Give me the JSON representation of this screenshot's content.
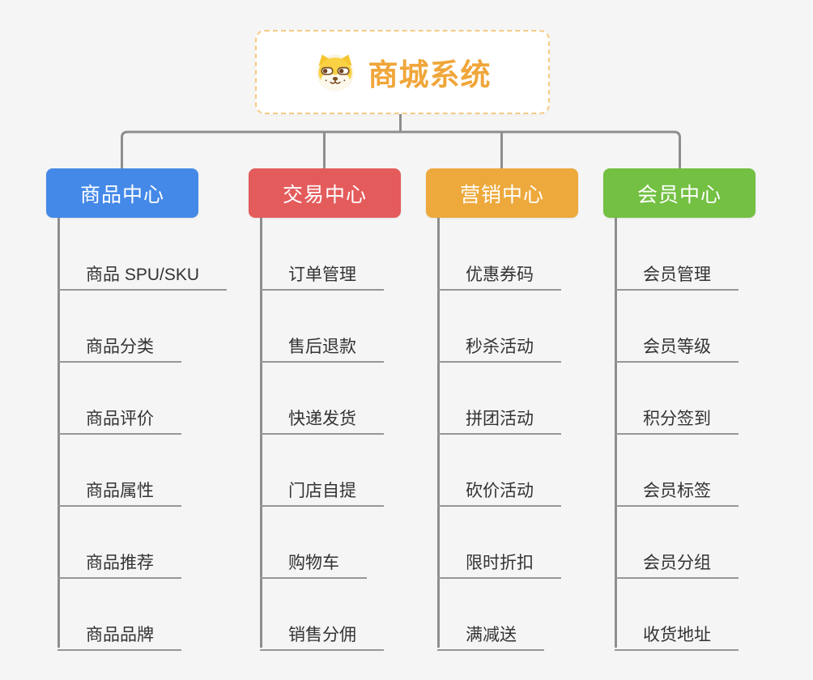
{
  "root": {
    "title": "商城系统",
    "icon": "shiba-dog-icon",
    "text_color": "#f0a63a",
    "border_color": "#f6cc85",
    "background": "#ffffff"
  },
  "connector_color": "#8e8e8e",
  "branches": [
    {
      "label": "商品中心",
      "color": "#4489e8",
      "items": [
        "商品 SPU/SKU",
        "商品分类",
        "商品评价",
        "商品属性",
        "商品推荐",
        "商品品牌"
      ]
    },
    {
      "label": "交易中心",
      "color": "#e45b5c",
      "items": [
        "订单管理",
        "售后退款",
        "快递发货",
        "门店自提",
        "购物车",
        "销售分佣"
      ]
    },
    {
      "label": "营销中心",
      "color": "#eda93c",
      "items": [
        "优惠券码",
        "秒杀活动",
        "拼团活动",
        "砍价活动",
        "限时折扣",
        "满减送"
      ]
    },
    {
      "label": "会员中心",
      "color": "#73c042",
      "items": [
        "会员管理",
        "会员等级",
        "积分签到",
        "会员标签",
        "会员分组",
        "收货地址"
      ]
    }
  ]
}
